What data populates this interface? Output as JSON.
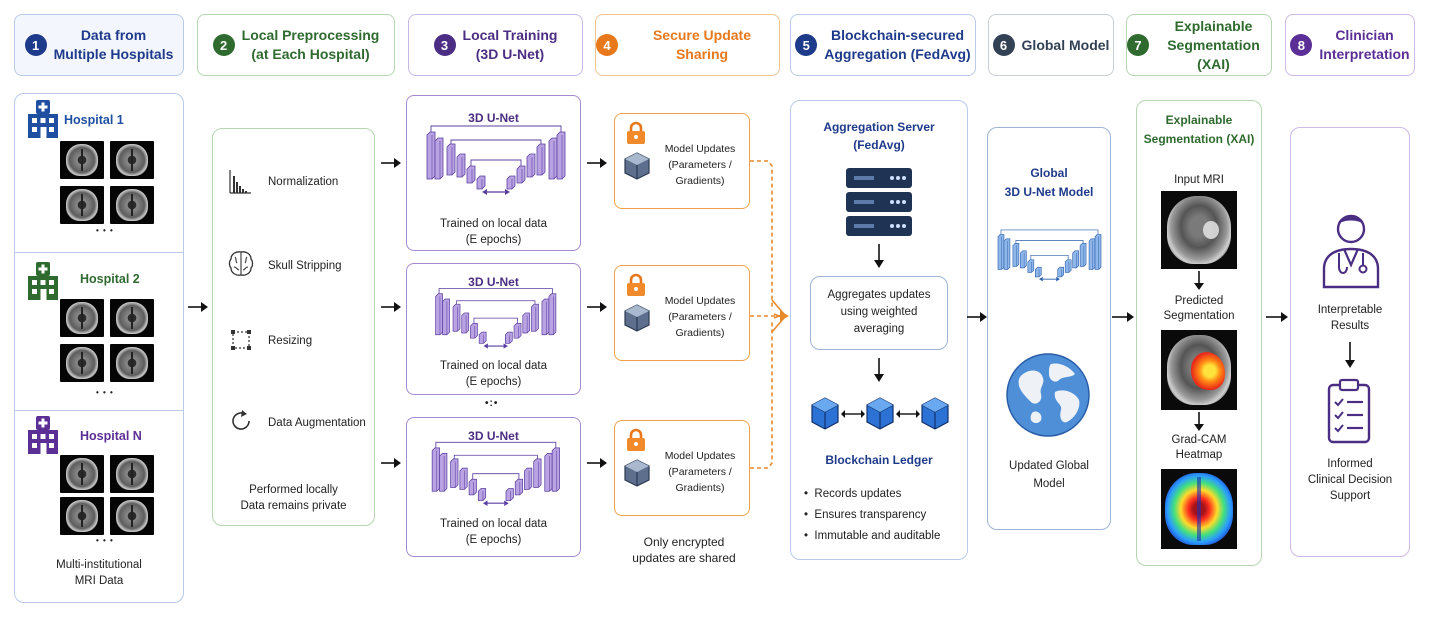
{
  "steps": [
    {
      "num": "1",
      "line1": "Data from",
      "line2": "Multiple Hospitals",
      "color": "#1e3a8a",
      "accent": "#1e3a8a"
    },
    {
      "num": "2",
      "line1": "Local Preprocessing",
      "line2": "(at Each Hospital)",
      "color": "#2f6a2f",
      "accent": "#2f6a2f"
    },
    {
      "num": "3",
      "line1": "Local Training",
      "line2": "(3D U-Net)",
      "color": "#4b2e83",
      "accent": "#4b2e83"
    },
    {
      "num": "4",
      "line1": "Secure Update Sharing",
      "line2": "",
      "color": "#e8781c",
      "accent": "#e8781c"
    },
    {
      "num": "5",
      "line1": "Blockchain-secured",
      "line2": "Aggregation (FedAvg)",
      "color": "#1e3a8a",
      "accent": "#1e3a8a"
    },
    {
      "num": "6",
      "line1": "Global Model",
      "line2": "",
      "color": "#334155",
      "accent": "#334155"
    },
    {
      "num": "7",
      "line1": "Explainable",
      "line2": "Segmentation (XAI)",
      "color": "#2f6a2f",
      "accent": "#2f6a2f"
    },
    {
      "num": "8",
      "line1": "Clinician",
      "line2": "Interpretation",
      "color": "#5b2f96",
      "accent": "#5b2f96"
    }
  ],
  "hospitals": {
    "items": [
      {
        "name": "Hospital 1",
        "color": "#1e4fa0",
        "ellipsis": "• • •"
      },
      {
        "name": "Hospital 2",
        "color": "#2f6a2f",
        "ellipsis": "• • •"
      },
      {
        "name": "Hospital N",
        "color": "#5b2f96",
        "ellipsis": "• • •"
      }
    ],
    "footer_line1": "Multi-institutional",
    "footer_line2": "MRI Data"
  },
  "preprocessing": {
    "steps": [
      {
        "label": "Normalization",
        "icon": "histogram-icon"
      },
      {
        "label": "Skull Stripping",
        "icon": "brain-icon"
      },
      {
        "label": "Resizing",
        "icon": "resize-icon"
      },
      {
        "label": "Data Augmentation",
        "icon": "rotate-icon"
      }
    ],
    "footer_line1": "Performed locally",
    "footer_line2": "Data remains private"
  },
  "training": {
    "title": "3D U-Net",
    "caption_line1": "Trained on local data",
    "caption_line2": "(E epochs)",
    "separator": "•:•"
  },
  "updates": {
    "line1": "Model Updates",
    "line2": "(Parameters /",
    "line3": "Gradients)",
    "footer_line1": "Only encrypted",
    "footer_line2": "updates are shared"
  },
  "aggregation": {
    "title_line1": "Aggregation Server",
    "title_line2": "(FedAvg)",
    "box_line1": "Aggregates updates",
    "box_line2": "using weighted",
    "box_line3": "averaging",
    "ledger_title": "Blockchain Ledger",
    "bullets": [
      "Records updates",
      "Ensures transparency",
      "Immutable and auditable"
    ]
  },
  "global_model": {
    "title_line1": "Global",
    "title_line2": "3D U-Net Model",
    "footer_line1": "Updated Global",
    "footer_line2": "Model"
  },
  "xai": {
    "title_line1": "Explainable",
    "title_line2": "Segmentation (XAI)",
    "input_label": "Input MRI",
    "pred_line1": "Predicted",
    "pred_line2": "Segmentation",
    "heat_line1": "Grad-CAM",
    "heat_line2": "Heatmap"
  },
  "clinician": {
    "result_line1": "Interpretable",
    "result_line2": "Results",
    "support_line1": "Informed",
    "support_line2": "Clinical Decision",
    "support_line3": "Support"
  }
}
